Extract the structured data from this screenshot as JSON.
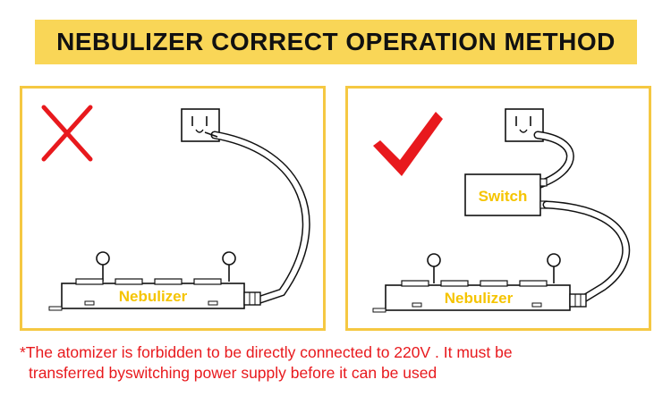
{
  "title": "NEBULIZER CORRECT OPERATION METHOD",
  "colors": {
    "title_bg": "#f9d657",
    "panel_border": "#f5c842",
    "label_yellow": "#f5c400",
    "mark_red": "#e8191d",
    "warning_red": "#e8191d"
  },
  "panels": {
    "wrong": {
      "mark_icon": "red-x-icon",
      "device_label": "Nebulizer"
    },
    "correct": {
      "mark_icon": "red-checkmark-icon",
      "device_label": "Nebulizer",
      "switch_label": "Switch"
    }
  },
  "warning": {
    "line1": "*The atomizer is forbidden to be directly connected to 220V . It must be",
    "line2": "transferred byswitching power supply before it can be used"
  }
}
